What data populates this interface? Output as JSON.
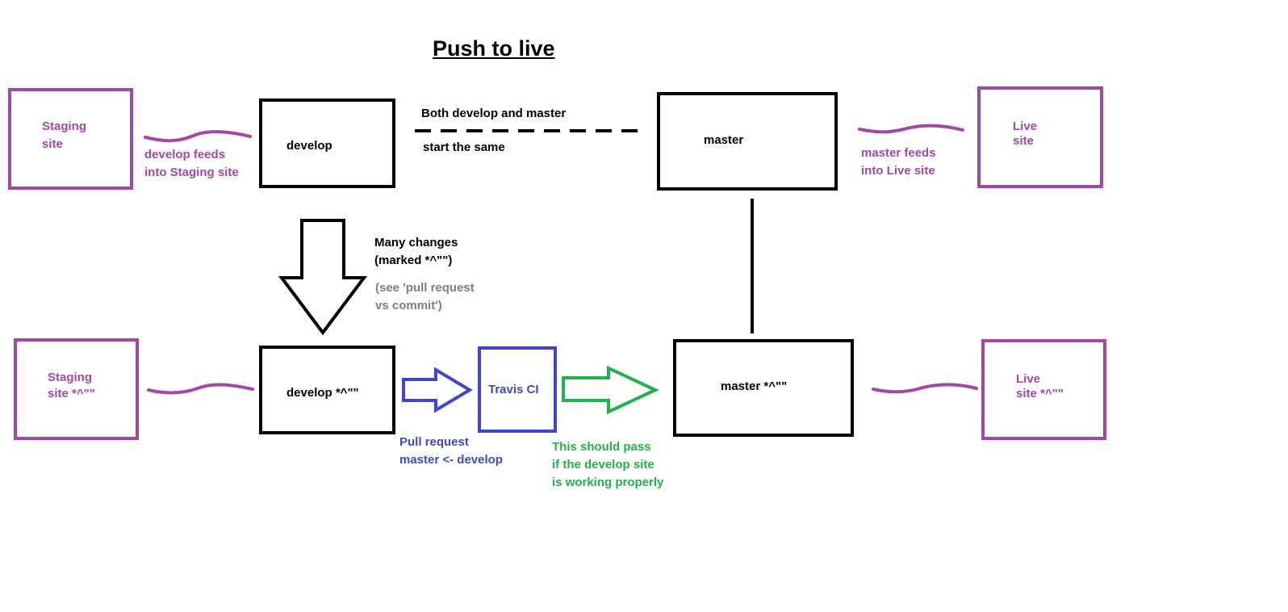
{
  "title": "Push to live",
  "colors": {
    "branch": "#000000",
    "site": "#a349a4",
    "ci": "#3f48cc",
    "pass": "#22b14c",
    "note": "#7f7f7f"
  },
  "top_row": {
    "staging_site": [
      "Staging",
      "site"
    ],
    "develop": "develop",
    "develop_feeds": [
      "develop feeds",
      "into Staging site"
    ],
    "same_start": [
      "Both develop and master",
      "start the same"
    ],
    "master": "master",
    "master_feeds": [
      "master feeds",
      "into Live site"
    ],
    "live_site": [
      "Live",
      "site"
    ]
  },
  "changes": {
    "label": [
      "Many changes",
      "(marked *^\"\")"
    ],
    "note": [
      "(see 'pull request",
      "vs commit')"
    ]
  },
  "bottom_row": {
    "staging_site": [
      "Staging",
      "site *^\"\""
    ],
    "develop": "develop *^\"\"",
    "travis": "Travis CI",
    "pull_request": [
      "Pull request",
      "master <- develop"
    ],
    "pass_note": [
      "This should pass",
      "if the develop site",
      "is working properly"
    ],
    "master": "master *^\"\"",
    "live_site": [
      "Live",
      "site *^\"\""
    ]
  }
}
